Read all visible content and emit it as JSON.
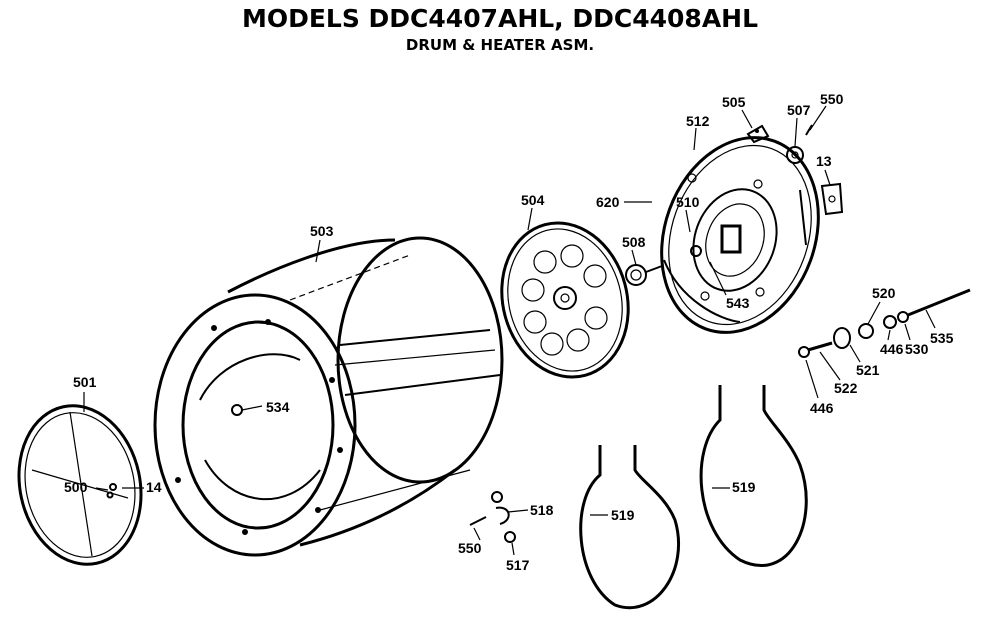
{
  "title": "MODELS DDC4407AHL, DDC4408AHL",
  "subtitle": "DRUM & HEATER ASM.",
  "callouts": [
    {
      "id": "501",
      "label": "501"
    },
    {
      "id": "500",
      "label": "500"
    },
    {
      "id": "14",
      "label": "14"
    },
    {
      "id": "503",
      "label": "503"
    },
    {
      "id": "534",
      "label": "534"
    },
    {
      "id": "504",
      "label": "504"
    },
    {
      "id": "508",
      "label": "508"
    },
    {
      "id": "620",
      "label": "620"
    },
    {
      "id": "510",
      "label": "510"
    },
    {
      "id": "512",
      "label": "512"
    },
    {
      "id": "543",
      "label": "543"
    },
    {
      "id": "505",
      "label": "505"
    },
    {
      "id": "507",
      "label": "507"
    },
    {
      "id": "550a",
      "label": "550"
    },
    {
      "id": "13",
      "label": "13"
    },
    {
      "id": "520",
      "label": "520"
    },
    {
      "id": "521",
      "label": "521"
    },
    {
      "id": "446a",
      "label": "446"
    },
    {
      "id": "530",
      "label": "530"
    },
    {
      "id": "535",
      "label": "535"
    },
    {
      "id": "522",
      "label": "522"
    },
    {
      "id": "446b",
      "label": "446"
    },
    {
      "id": "518",
      "label": "518"
    },
    {
      "id": "550b",
      "label": "550"
    },
    {
      "id": "517",
      "label": "517"
    },
    {
      "id": "519a",
      "label": "519"
    },
    {
      "id": "519b",
      "label": "519"
    }
  ]
}
